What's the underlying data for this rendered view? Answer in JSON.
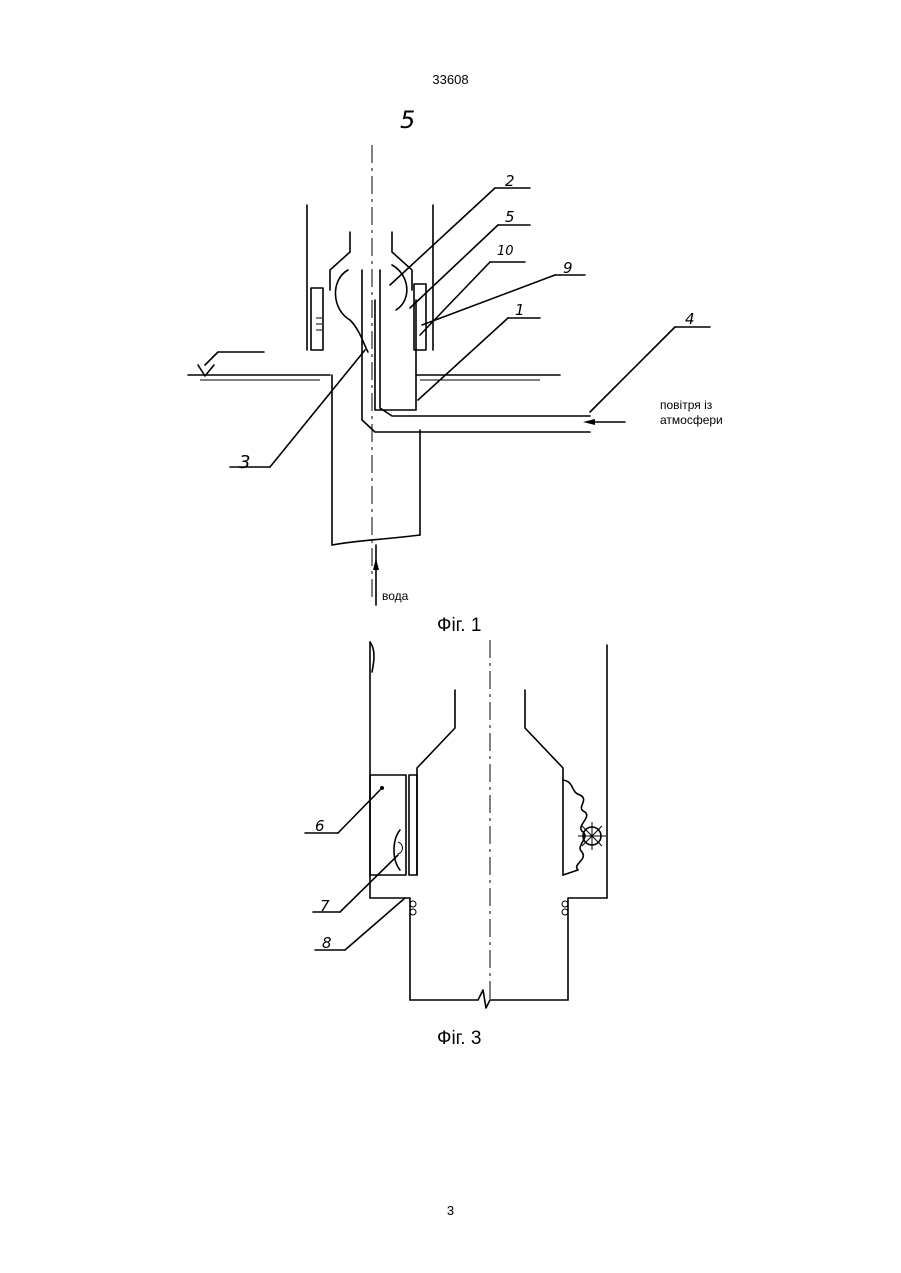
{
  "header": {
    "doc_number": "33608"
  },
  "figure1": {
    "caption": "Фіг. 1",
    "top_label": "5",
    "labels": {
      "l1": "1",
      "l2": "2",
      "l3": "3",
      "l4": "4",
      "l5": "5",
      "l9": "9",
      "l10": "10"
    },
    "air_label_line1": "повітря із",
    "air_label_line2": "атмосфери",
    "water_label": "вода"
  },
  "figure3": {
    "caption": "Фіг. 3",
    "labels": {
      "l6": "6",
      "l7": "7",
      "l8": "8"
    }
  },
  "footer": {
    "page_number": "3"
  }
}
